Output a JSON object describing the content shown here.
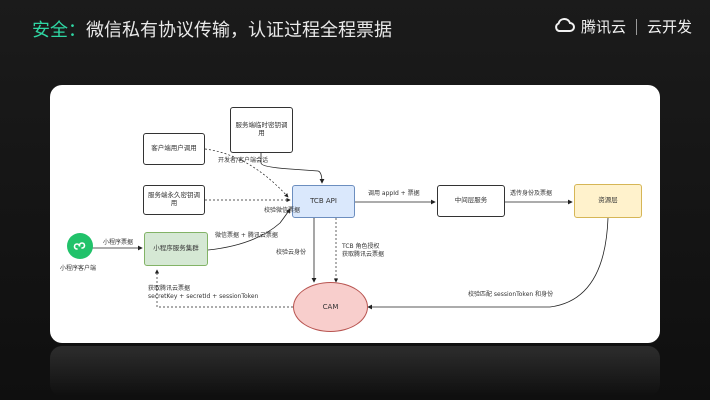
{
  "slide": {
    "title_prefix": "安全",
    "title_sep": "：",
    "title_rest": "微信私有协议传输，认证过程全程票据"
  },
  "brand": {
    "name": "腾讯云",
    "product": "云开发",
    "logo_icon": "cloud-logo-icon"
  },
  "diagram": {
    "nodes": {
      "server_temp": "服务端临时密钥调用",
      "client_user": "客户端用户调用",
      "server_perm": "服务端永久密钥调用",
      "tcb_api": "TCB API",
      "middle": "中间层服务",
      "resource": "资源层",
      "mp_cluster": "小程序服务集群",
      "cam": "CAM"
    },
    "client": {
      "label": "小程序客户端",
      "icon": "mini-program-icon"
    },
    "edges": {
      "dev_session": "开发者/客户端会话",
      "verify_ticket": "校验微信票据",
      "call_appid": "调用 appId + 票据",
      "pass_identity": "透传身份及票据",
      "mp_ticket": "小程序票据",
      "wx_ticket": "微信票据 + 腾讯云票据",
      "verify_cloud": "校验云身份",
      "tcb_role_1": "TCB 角色授权",
      "tcb_role_2": "获取腾讯云票据",
      "get_cloud_1": "获取腾讯云票据",
      "get_cloud_2": "secretKey + secretId + sessionToken",
      "verify_session": "校验匹配 sessionToken 和身份"
    },
    "colors": {
      "tcb_fill": "#dae8fc",
      "tcb_border": "#6c8ebf",
      "resource_fill": "#fff2cc",
      "resource_border": "#d6b656",
      "mp_fill": "#d5e8d4",
      "mp_border": "#82b366",
      "cam_fill": "#f8cecc",
      "cam_border": "#b85450"
    }
  }
}
